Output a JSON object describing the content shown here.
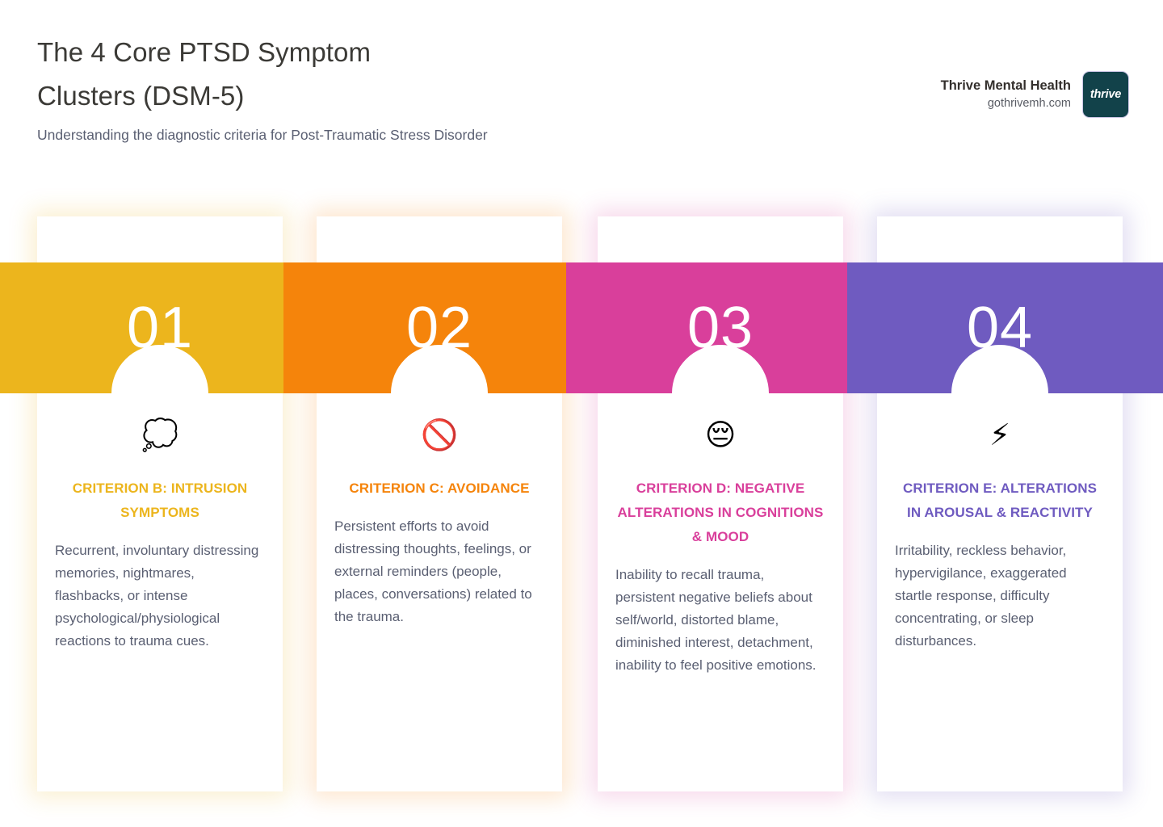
{
  "header": {
    "title_line1": "The 4 Core PTSD Symptom",
    "title_line2": "Clusters (DSM-5)",
    "subtitle": "Understanding the diagnostic criteria for Post-Traumatic Stress Disorder",
    "brand_name": "Thrive Mental Health",
    "brand_url": "gothrivemh.com",
    "logo_text": "thrive",
    "logo_bg": "#12424a"
  },
  "cards": [
    {
      "number": "01",
      "icon": "💭",
      "icon_name": "thought-balloon-icon",
      "heading": "Criterion B: Intrusion Symptoms",
      "body": "Recurrent, involuntary distressing memories, nightmares, flashbacks, or intense psychological/physiological reactions to trauma cues.",
      "color": "#ecb51d"
    },
    {
      "number": "02",
      "icon": "🚫",
      "icon_name": "prohibited-icon",
      "heading": "Criterion C: Avoidance",
      "body": "Persistent efforts to avoid distressing thoughts, feelings, or external reminders (people, places, conversations) related to the trauma.",
      "color": "#f5840b"
    },
    {
      "number": "03",
      "icon": "😔",
      "icon_name": "pensive-face-icon",
      "heading": "Criterion D: Negative Alterations in Cognitions & Mood",
      "body": "Inability to recall trauma, persistent negative beliefs about self/world, distorted blame, diminished interest, detachment, inability to feel positive emotions.",
      "color": "#d93f9b"
    },
    {
      "number": "04",
      "icon": "⚡",
      "icon_name": "lightning-bolt-icon",
      "heading": "Criterion E: Alterations in Arousal & Reactivity",
      "body": "Irritability, reckless behavior, hypervigilance, exaggerated startle response, difficulty concentrating, or sleep disturbances.",
      "color": "#6f5bc0"
    }
  ]
}
